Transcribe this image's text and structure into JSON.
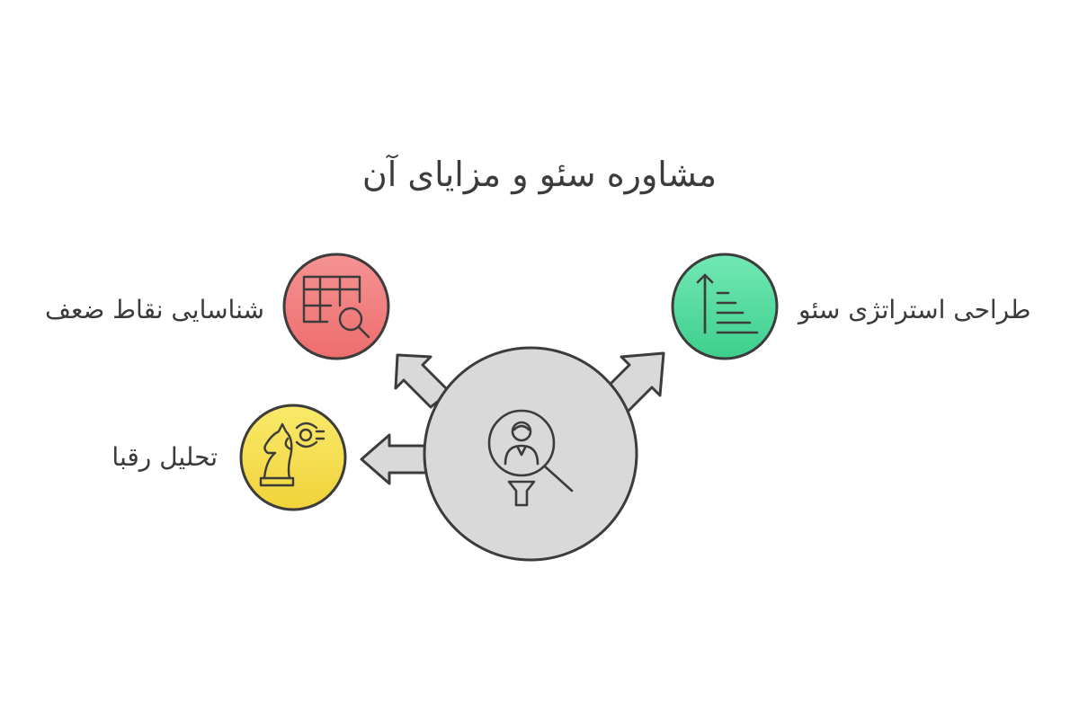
{
  "title": "مشاوره سئو و مزایای آن",
  "items": {
    "weaknesses": "شناسایی نقاط ضعف",
    "competitors": "تحلیل رقبا",
    "strategy": "طراحی استراتژی سئو"
  },
  "colors": {
    "center_fill": "#d9d9d9",
    "outline": "#3c3c3c",
    "weaknesses": "#f07c7c",
    "competitors": "#f5dc43",
    "strategy": "#4fd99c"
  },
  "icons": {
    "center": "consultant-search-icon",
    "weaknesses": "table-search-icon",
    "competitors": "chess-knight-icon",
    "strategy": "sorted-list-icon"
  }
}
